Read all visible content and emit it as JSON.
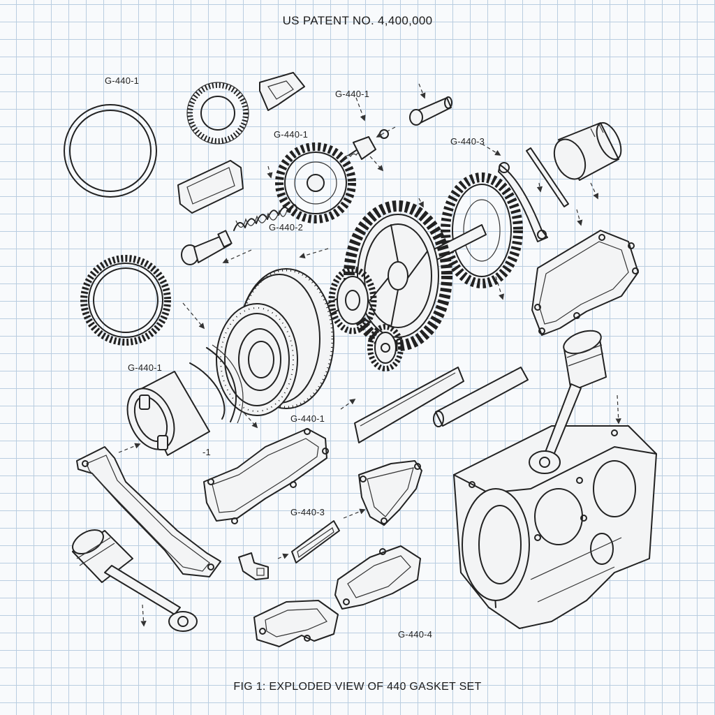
{
  "title": "US PATENT NO. 4,400,000",
  "caption": "FIG 1:  EXPLODED VIEW OF 440 GASKET SET",
  "part_labels": [
    "G-440-1",
    "G-440-1",
    "G-440-1",
    "G-440-3",
    "G-440-2",
    "G-440-1",
    "G-440-1",
    "-1",
    "G-440-3",
    "G-440-4"
  ],
  "colors": {
    "ink": "#222222",
    "grid": "#b9cde0",
    "paper": "#f8fafc"
  }
}
